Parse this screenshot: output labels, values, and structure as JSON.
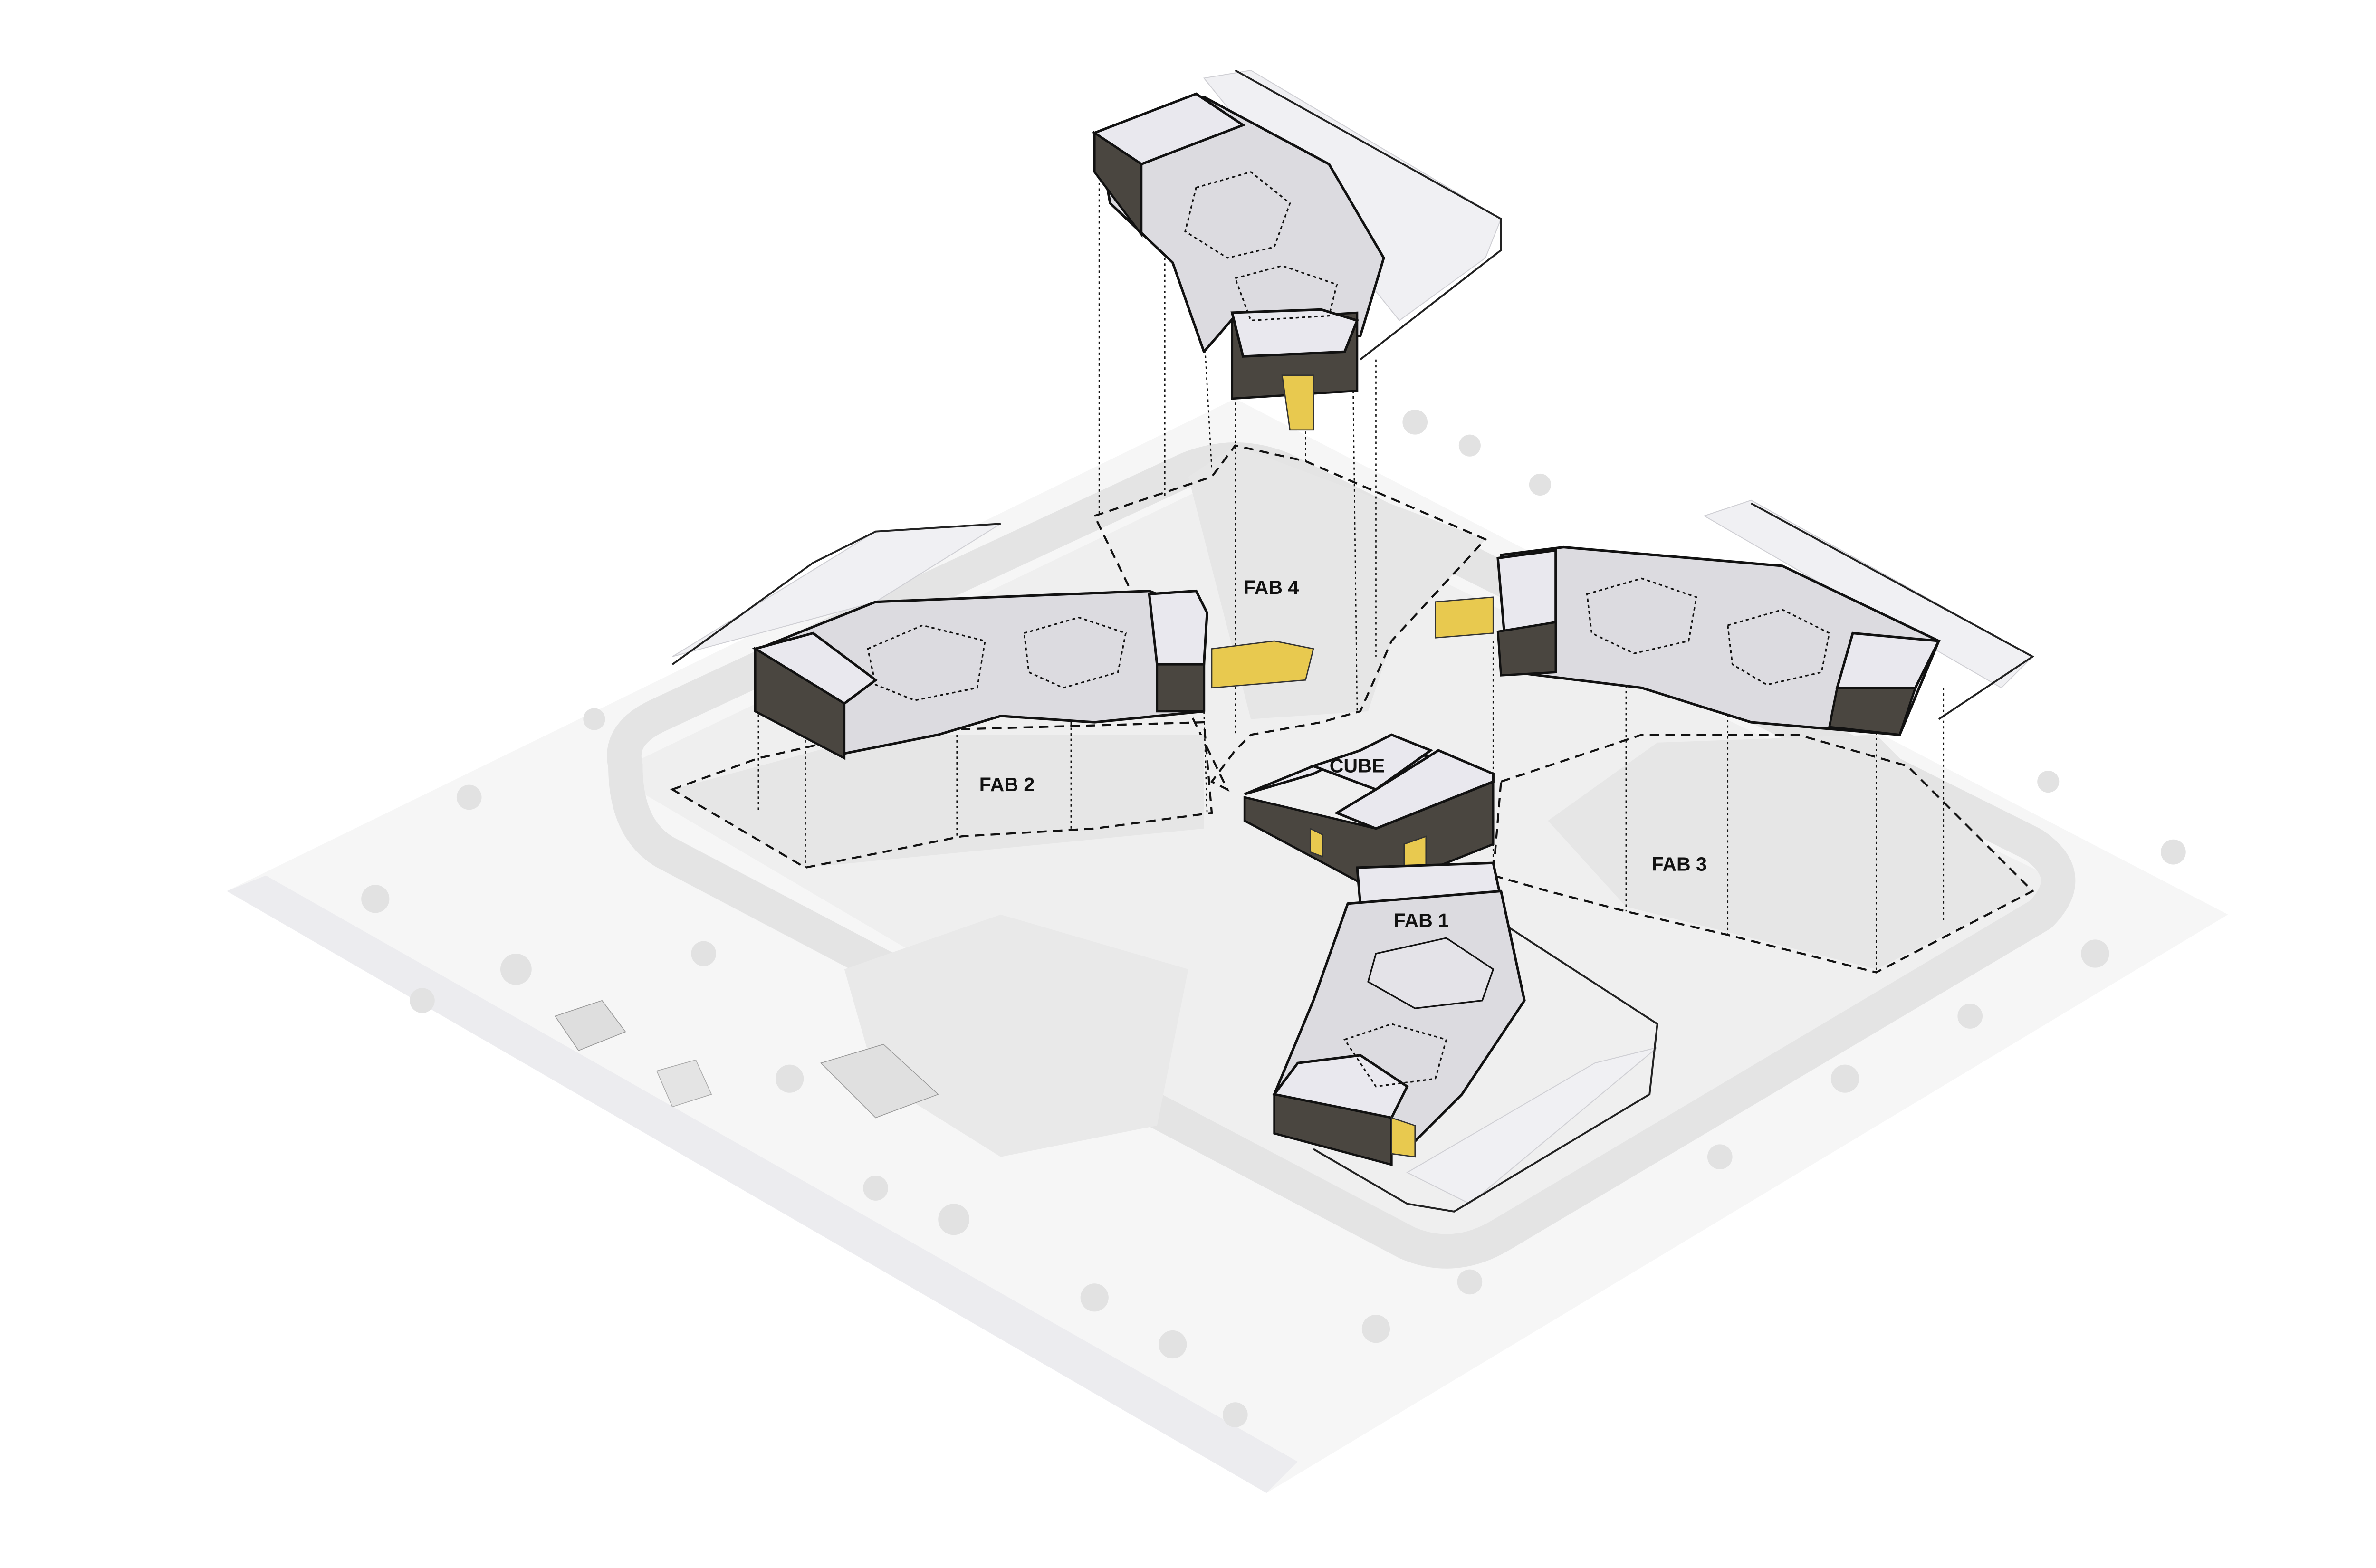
{
  "diagram": {
    "type": "axonometric site plan",
    "labels": {
      "fab4": "FAB 4",
      "fab2": "FAB 2",
      "fab3": "FAB 3",
      "fab1": "FAB 1",
      "cube": "CUBE"
    },
    "colors": {
      "roof": "#dcdbe0",
      "wall": "#4a4640",
      "accent_yellow": "#e8c94f",
      "ground": "#f4f4f4",
      "outline": "#111111"
    }
  }
}
